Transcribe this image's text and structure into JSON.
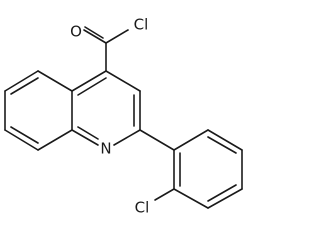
{
  "molecule": {
    "atoms": {
      "oxygen": "O",
      "acyl_chlorine": "Cl",
      "ring_nitrogen": "N",
      "aryl_chlorine": "Cl"
    }
  }
}
